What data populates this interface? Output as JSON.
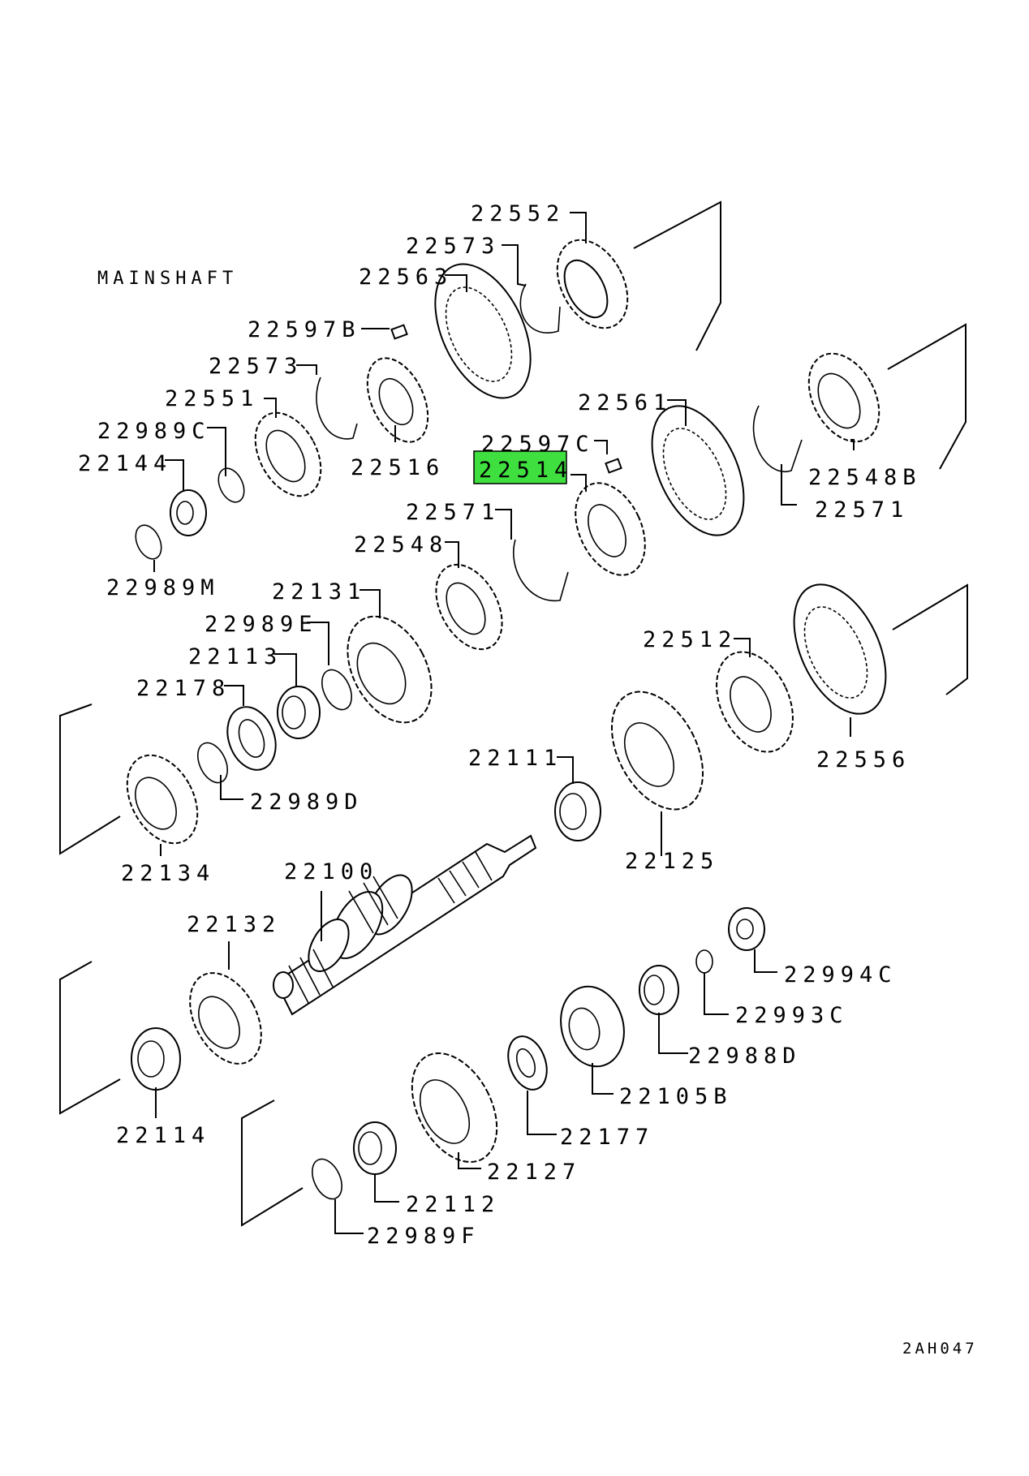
{
  "title": "MAINSHAFT",
  "diagram_code": "2AH047",
  "highlighted_part": "22514",
  "highlight_color": "#3fdf3f",
  "parts": [
    {
      "label": "22552",
      "icon": "gear-icon"
    },
    {
      "label": "22573",
      "icon": "snap-ring-icon"
    },
    {
      "label": "22563",
      "icon": "sleeve-icon"
    },
    {
      "label": "22597B",
      "icon": "key-icon"
    },
    {
      "label": "22573",
      "icon": "snap-ring-icon"
    },
    {
      "label": "22551",
      "icon": "gear-icon"
    },
    {
      "label": "22516",
      "icon": "hub-icon"
    },
    {
      "label": "22989C",
      "icon": "snap-ring-icon"
    },
    {
      "label": "22144",
      "icon": "collar-icon"
    },
    {
      "label": "22989M",
      "icon": "snap-ring-icon"
    },
    {
      "label": "22561",
      "icon": "sleeve-icon"
    },
    {
      "label": "22597C",
      "icon": "key-icon"
    },
    {
      "label": "22514",
      "icon": "hub-icon"
    },
    {
      "label": "22548B",
      "icon": "gear-icon"
    },
    {
      "label": "22571",
      "icon": "snap-ring-icon"
    },
    {
      "label": "22571",
      "icon": "snap-ring-icon"
    },
    {
      "label": "22548",
      "icon": "gear-icon"
    },
    {
      "label": "22131",
      "icon": "gear-icon"
    },
    {
      "label": "22989E",
      "icon": "snap-ring-icon"
    },
    {
      "label": "22113",
      "icon": "bearing-icon"
    },
    {
      "label": "22178",
      "icon": "washer-icon"
    },
    {
      "label": "22512",
      "icon": "hub-icon"
    },
    {
      "label": "22556",
      "icon": "sleeve-icon"
    },
    {
      "label": "22111",
      "icon": "bearing-icon"
    },
    {
      "label": "22989D",
      "icon": "snap-ring-icon"
    },
    {
      "label": "22134",
      "icon": "gear-icon"
    },
    {
      "label": "22125",
      "icon": "gear-icon"
    },
    {
      "label": "22100",
      "icon": "shaft-icon"
    },
    {
      "label": "22132",
      "icon": "gear-icon"
    },
    {
      "label": "22994C",
      "icon": "nut-icon"
    },
    {
      "label": "22993C",
      "icon": "snap-ring-icon"
    },
    {
      "label": "22988D",
      "icon": "spacer-icon"
    },
    {
      "label": "22105B",
      "icon": "bearing-icon"
    },
    {
      "label": "22114",
      "icon": "bearing-icon"
    },
    {
      "label": "22177",
      "icon": "washer-icon"
    },
    {
      "label": "22127",
      "icon": "gear-icon"
    },
    {
      "label": "22112",
      "icon": "bearing-icon"
    },
    {
      "label": "22989F",
      "icon": "snap-ring-icon"
    }
  ]
}
